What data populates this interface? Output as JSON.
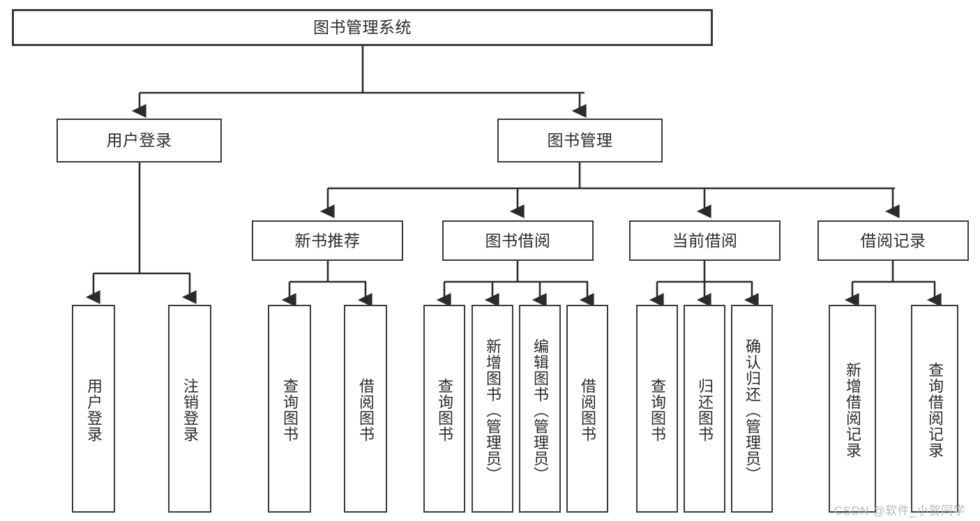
{
  "diagram": {
    "type": "tree-hierarchy",
    "title": "图书管理系统",
    "colors": {
      "background": "#ffffff",
      "box_border": "#3a3a3a",
      "connector": "#2b2b2b",
      "text": "#2b2b2b",
      "watermark": "#b9b9b9"
    },
    "root": {
      "label": "图书管理系统"
    },
    "level1": [
      {
        "label": "用户登录"
      },
      {
        "label": "图书管理"
      }
    ],
    "level2": [
      {
        "label": "新书推荐"
      },
      {
        "label": "图书借阅"
      },
      {
        "label": "当前借阅"
      },
      {
        "label": "借阅记录"
      }
    ],
    "leaves": {
      "user_login": [
        {
          "label": "用户登录"
        },
        {
          "label": "注销登录"
        }
      ],
      "new_book_recommend": [
        {
          "label": "查询图书"
        },
        {
          "label": "借阅图书"
        }
      ],
      "book_borrow": [
        {
          "label": "查询图书"
        },
        {
          "label": "新增图书（管理员）"
        },
        {
          "label": "编辑图书（管理员）"
        },
        {
          "label": "借阅图书"
        }
      ],
      "current_borrow": [
        {
          "label": "查询图书"
        },
        {
          "label": "归还图书"
        },
        {
          "label": "确认归还（管理员）"
        }
      ],
      "borrow_record": [
        {
          "label": "新增借阅记录"
        },
        {
          "label": "查询借阅记录"
        }
      ]
    },
    "watermark": "CSDN @软件_小贺同学"
  }
}
